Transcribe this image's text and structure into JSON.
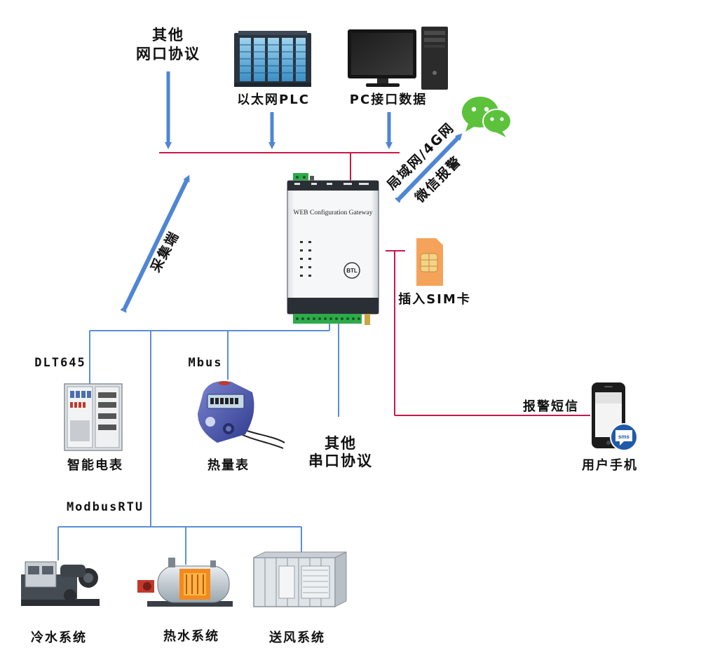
{
  "colors": {
    "bus_red": "#c8194b",
    "bus_blue": "#5b8fd6",
    "arrow_blue": "#4f86d4",
    "wechat_green": "#5cc23c",
    "sim_orange": "#f5a35a",
    "terminal_green": "#2eaa4a"
  },
  "top": {
    "other_net_line1": "其他",
    "other_net_line2": "网口协议",
    "plc_label": "以太网PLC",
    "pc_label": "PC接口数据"
  },
  "links": {
    "lan_4g": "局域网/4G网",
    "wechat_alarm": "微信报警",
    "collect": "采集端"
  },
  "gateway": {
    "title": "WEB Configuration Gateway",
    "logo": "BTL",
    "icons": [
      "ethernet-plc-icon",
      "pc-icon",
      "wechat-icon",
      "sim-card-icon",
      "phone-icon"
    ]
  },
  "sim": {
    "label": "插入SIM卡"
  },
  "phone": {
    "sms_badge": "sms",
    "alarm_sms": "报警短信",
    "label": "用户手机"
  },
  "serial": {
    "dlt645": "DLT645",
    "mbus": "Mbus",
    "other_line1": "其他",
    "other_line2": "串口协议",
    "modbus": "ModbusRTU"
  },
  "devices": {
    "smart_meter": "智能电表",
    "heat_meter": "热量表",
    "chiller": "冷水系统",
    "boiler": "热水系统",
    "air_supply": "送风系统"
  }
}
